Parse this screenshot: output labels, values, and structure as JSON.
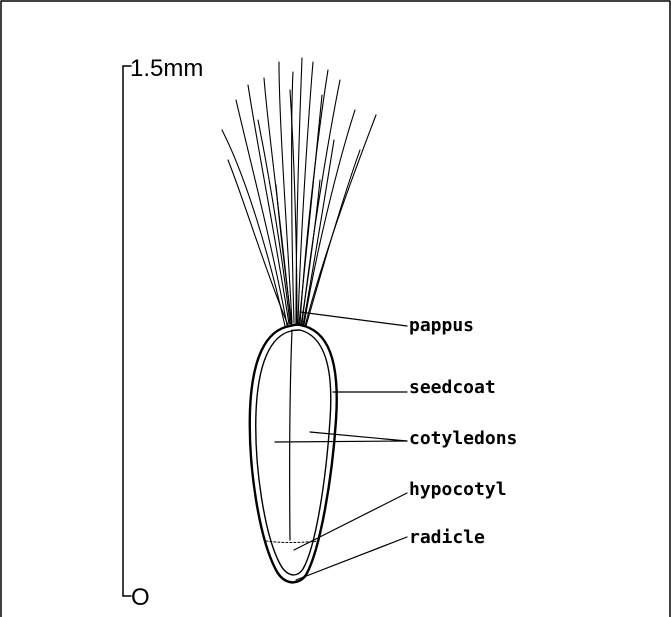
{
  "scale": {
    "top_label": "1.5mm",
    "bottom_label": "O"
  },
  "labels": {
    "pappus": "pappus",
    "seedcoat": "seedcoat",
    "cotyledons": "cotyledons",
    "hypocotyl": "hypocotyl",
    "radicle": "radicle"
  }
}
